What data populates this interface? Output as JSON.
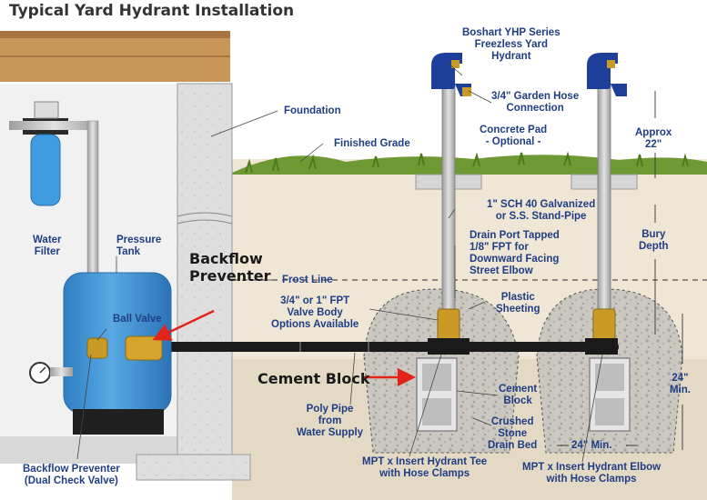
{
  "title": "Typical Yard Hydrant Installation",
  "colors": {
    "label": "#1f3e84",
    "arrow": "#e2231a",
    "soil": "#efe6d6",
    "ground": "#e2d8c6",
    "grass": "#6f9a33",
    "concrete": "#dcdcdc",
    "tank": "#3b8fd0",
    "hydrant": "#1d3f99",
    "gravel": "#c7c3bd",
    "brass": "#c99a26",
    "pipe": "#b9b9b9"
  },
  "labels": {
    "hydrant_series": "Boshart YHP Series\nFreezless Yard\nHydrant",
    "garden_hose": "3/4\" Garden Hose\nConnection",
    "foundation": "Foundation",
    "concrete_pad": "Concrete Pad\n- Optional -",
    "approx": "Approx\n22\"",
    "finished_grade": "Finished Grade",
    "stand_pipe": "1\" SCH 40 Galvanized\nor S.S. Stand-Pipe",
    "bury_depth": "Bury\nDepth",
    "drain_port": "Drain Port Tapped\n1/8\" FPT for\nDownward Facing\nStreet Elbow",
    "water_filter": "Water\nFilter",
    "pressure_tank": "Pressure\nTank",
    "frost_line": "Frost Line",
    "valve_body": "3/4\" or 1\" FPT\nValve Body\nOptions Available",
    "plastic_sheeting": "Plastic\nSheeting",
    "ball_valve": "Ball Valve",
    "cement_block_small": "Cement\nBlock",
    "dim_24_min": "24\"\nMin.",
    "poly_pipe": "Poly Pipe\nfrom\nWater Supply",
    "crushed_stone": "Crushed\nStone\nDrain Bed",
    "dim_24_min_horizontal": "24\" Min.",
    "tee": "MPT x Insert Hydrant Tee\nwith Hose Clamps",
    "elbow": "MPT x Insert Hydrant Elbow\nwith Hose Clamps",
    "backflow_dual": "Backflow Preventer\n(Dual Check Valve)"
  },
  "callouts": {
    "backflow": "Backflow\nPreventer",
    "cement_block": "Cement Block"
  }
}
